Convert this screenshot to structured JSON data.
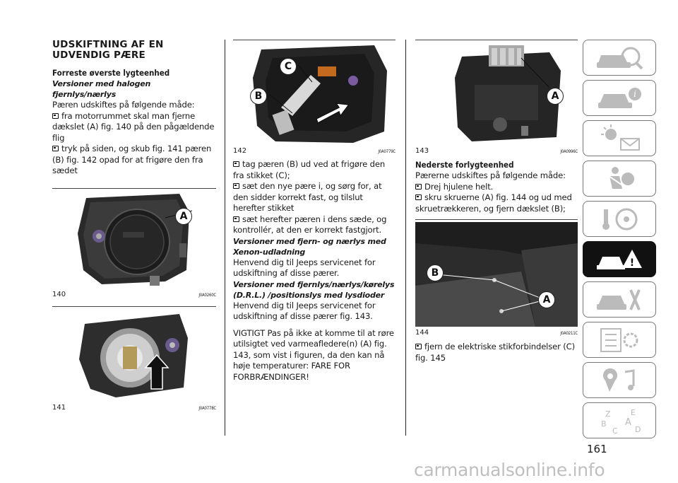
{
  "column1": {
    "title": "UDSKIFTNING AF EN UDVENDIG PÆRE",
    "section_heading": "Forreste øverste lygteenhed",
    "sub_heading": "Versioner med halogen fjernlys/nærlys",
    "intro": "Pæren udskiftes på følgende måde:",
    "bullets": [
      "fra motorrummet skal man fjerne dækslet (A) fig. 140 på den pågældende flig",
      "tryk på siden, og skub fig. 141 pæren (B) fig. 142 opad for at frigøre den fra sædet"
    ],
    "fig140": {
      "number": "140",
      "code": "J0A0260C",
      "callout_a": "A"
    },
    "fig141": {
      "number": "141",
      "code": "J0A0778C"
    }
  },
  "column2": {
    "fig142": {
      "number": "142",
      "code": "J0A0779C",
      "callout_b": "B",
      "callout_c": "C"
    },
    "bullets": [
      "tag pæren (B) ud ved at frigøre den fra stikket (C);",
      "sæt den nye pære i, og sørg for, at den sidder korrekt fast, og tilslut herefter stikket",
      "sæt herefter pæren i dens sæde, og kontrollér, at den er korrekt fastgjort."
    ],
    "heading_xenon": "Versioner med fjern- og nærlys med Xenon-udladning",
    "text_xenon": "Henvend dig til Jeeps servicenet for udskiftning af disse pærer.",
    "heading_drl": "Versioner med fjernlys/nærlys/kørelys (D.R.L.) /positionslys med lysdioder",
    "text_drl": "Henvend dig til Jeeps servicenet for udskiftning af disse pærer fig. 143.",
    "important": "VIGTIGT Pas på ikke at komme til at røre utilsigtet ved varmeafledere(n) (A) fig. 143, som vist i figuren, da den kan nå høje temperaturer: FARE FOR FORBRÆNDINGER!"
  },
  "column3": {
    "fig143": {
      "number": "143",
      "code": "J0A0996C",
      "callout_a": "A"
    },
    "section_heading": "Nederste forlygteenhed",
    "intro": "Pærerne udskiftes på følgende måde:",
    "bullets": [
      "Drej hjulene helt.",
      "skru skruerne (A) fig. 144 og ud med skruetrækkeren, og fjern dækslet (B);"
    ],
    "fig144": {
      "number": "144",
      "code": "J0A0211C",
      "callout_a": "A",
      "callout_b": "B"
    },
    "bullet_last": "fjern de elektriske stikforbindelser (C) fig. 145"
  },
  "sidebar": {
    "items": [
      {
        "icon": "car-dashboard-icon",
        "active": false
      },
      {
        "icon": "car-info-icon",
        "active": false
      },
      {
        "icon": "sun-envelope-icon",
        "active": false
      },
      {
        "icon": "airbag-safety-icon",
        "active": false
      },
      {
        "icon": "steering-wheel-key-icon",
        "active": false
      },
      {
        "icon": "car-warning-emergency-icon",
        "active": true
      },
      {
        "icon": "car-service-tools-icon",
        "active": false
      },
      {
        "icon": "checklist-gear-icon",
        "active": false
      },
      {
        "icon": "multimedia-icon",
        "active": false
      },
      {
        "icon": "alphabetical-index-icon",
        "active": false
      }
    ],
    "index_letters": [
      "Z",
      "E",
      "B",
      "A",
      "C",
      "D"
    ]
  },
  "page_number": "161",
  "watermark": "carmanualsonline.info",
  "colors": {
    "active_tab": "#111111",
    "text": "#1a1a1a",
    "watermark": "#bfbfbf"
  }
}
